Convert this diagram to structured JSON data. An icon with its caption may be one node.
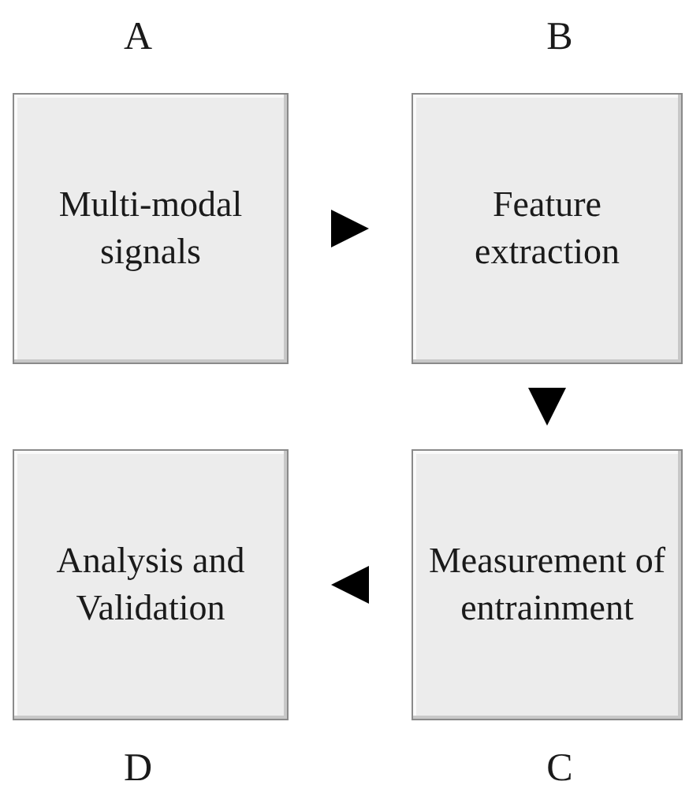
{
  "diagram": {
    "nodes": [
      {
        "text": [
          "Multi-modal signals"
        ],
        "beside": [
          "A"
        ]
      },
      {
        "text": [
          "Feature extraction"
        ],
        "beside": [
          "B"
        ]
      },
      {
        "text": [
          "Measurement of entrainment"
        ],
        "beside": [
          "C"
        ]
      },
      {
        "text": [
          "Analysis and Validation"
        ],
        "beside": [
          "D"
        ]
      }
    ],
    "edges": [
      {
        "from": 0,
        "to": 1,
        "arrow": "to"
      },
      {
        "from": 1,
        "to": 2,
        "arrow": "to"
      },
      {
        "from": 2,
        "to": 3,
        "arrow": "to"
      }
    ]
  }
}
